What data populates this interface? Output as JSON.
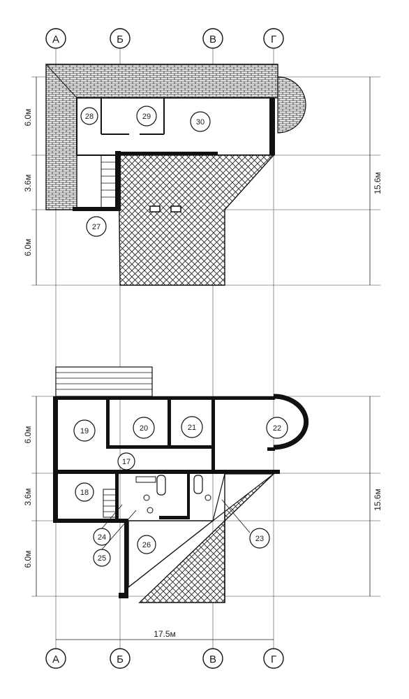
{
  "axes": {
    "top": [
      "А",
      "Б",
      "В",
      "Г"
    ],
    "bottom": [
      "А",
      "Б",
      "В",
      "Г"
    ]
  },
  "upper_plan": {
    "dims_left": [
      "6.0м",
      "3.6м",
      "6.0м"
    ],
    "dim_right": "15.6м",
    "rooms": [
      "28",
      "29",
      "30",
      "27"
    ]
  },
  "lower_plan": {
    "dims_left": [
      "6.0м",
      "3.6м",
      "6.0м"
    ],
    "dim_right": "15.6м",
    "dim_bottom": "17.5м",
    "rooms": [
      "19",
      "20",
      "21",
      "22",
      "17",
      "18",
      "24",
      "25",
      "26",
      "23"
    ]
  }
}
